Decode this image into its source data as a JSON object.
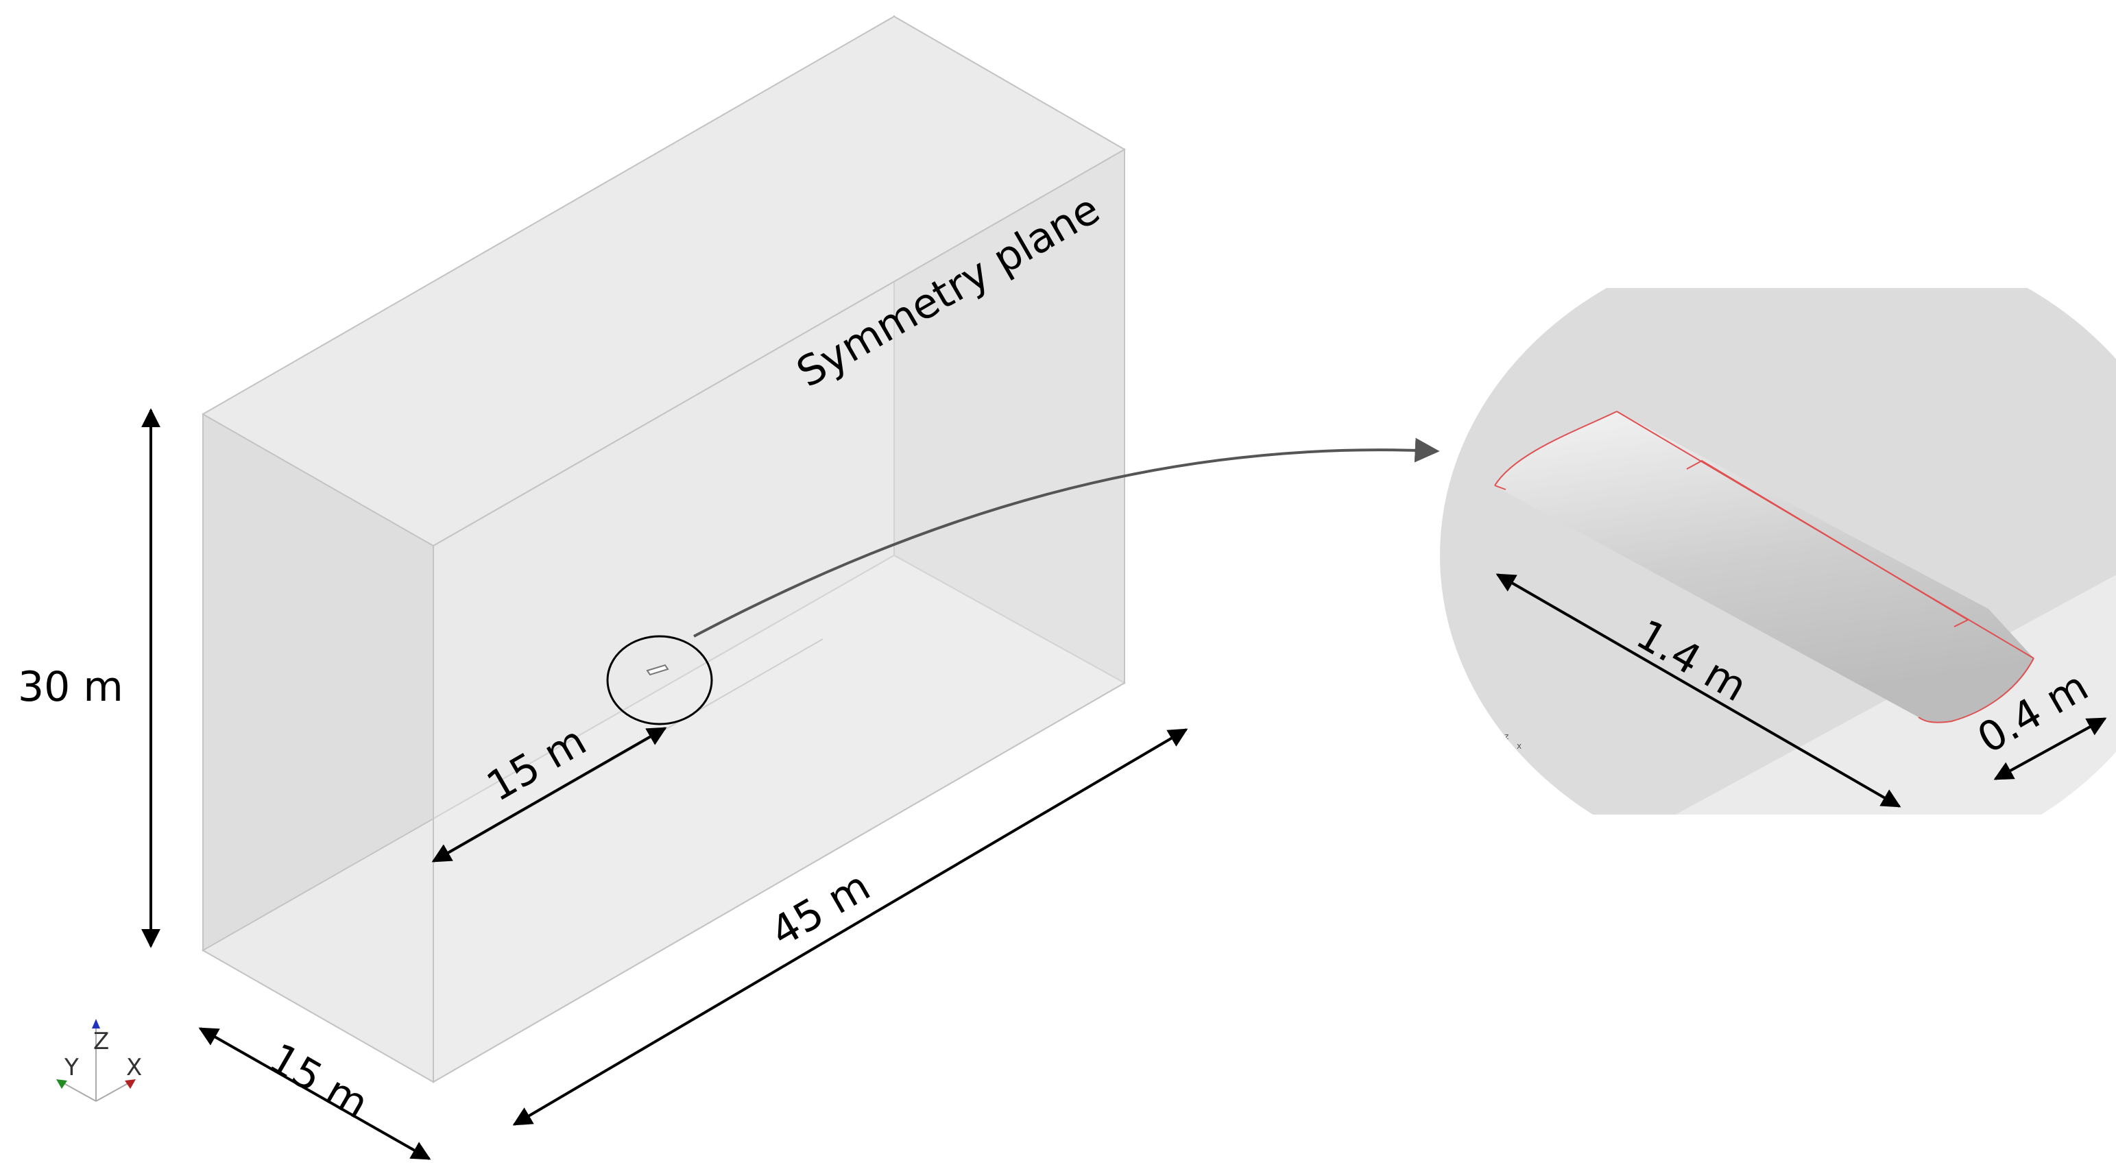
{
  "labels": {
    "symmetry_plane": "Symmetry plane",
    "height": "30 m",
    "depth_front": "15 m",
    "length": "45 m",
    "wing_position": "15 m",
    "wing_span": "1.4 m",
    "wing_chord": "0.4 m"
  },
  "axes": {
    "y": "Y",
    "z": "Z",
    "x": "X",
    "inset_z": "z",
    "inset_x": "x"
  },
  "colors": {
    "box_face_light": "#e9e9e9",
    "box_face_mid": "#dedede",
    "box_edge": "#c4c4c4",
    "wing_outline": "#e05050",
    "arrow": "#000000",
    "leader": "#555555",
    "axis_x": "#b22222",
    "axis_y": "#228b22",
    "axis_z": "#2233bb"
  }
}
